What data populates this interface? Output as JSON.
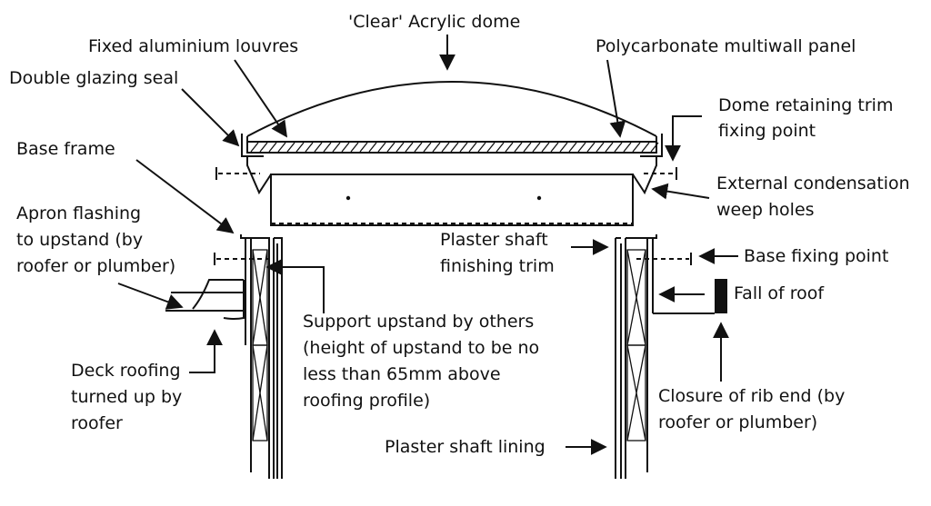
{
  "labels": {
    "clear_dome": "'Clear' Acrylic dome",
    "louvres": "Fixed aluminium louvres",
    "polycarbonate": "Polycarbonate multiwall panel",
    "double_glazing": "Double glazing seal",
    "retaining_trim_1": "Dome retaining trim",
    "retaining_trim_2": "fixing point",
    "base_frame": "Base frame",
    "condensation_1": "External condensation",
    "condensation_2": "weep holes",
    "apron_1": "Apron flashing",
    "apron_2": "to upstand (by",
    "apron_3": "roofer or plumber)",
    "plaster_trim_1": "Plaster shaft",
    "plaster_trim_2": "finishing trim",
    "base_fixing": "Base fixing point",
    "fall_of_roof": "Fall of roof",
    "support_1": "Support upstand by others",
    "support_2": "(height of upstand to be no",
    "support_3": "less than 65mm above",
    "support_4": "roofing profile)",
    "deck_1": "Deck roofing",
    "deck_2": "turned up by",
    "deck_3": "roofer",
    "closure_1": "Closure of rib end (by",
    "closure_2": "roofer or plumber)",
    "shaft_lining": "Plaster shaft lining"
  }
}
